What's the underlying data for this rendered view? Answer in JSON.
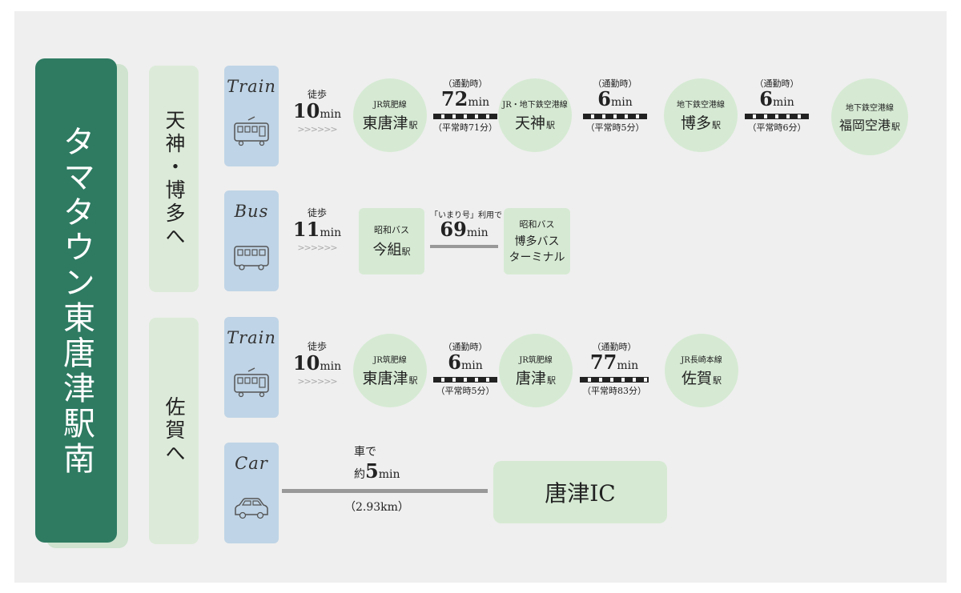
{
  "station_title": "タマタウン東唐津駅南",
  "groups": {
    "tenjin_hakata": "天神・博多へ",
    "saga": "佐賀へ"
  },
  "modes": {
    "train": "Train",
    "bus": "Bus",
    "car": "Car"
  },
  "row1": {
    "walk_label": "徒歩",
    "walk_num": "10",
    "walk_unit": "min",
    "stations": [
      {
        "line": "JR筑肥線",
        "name": "東唐津",
        "eki": "駅"
      },
      {
        "line": "JR・地下鉄空港線",
        "name": "天神",
        "eki": "駅"
      },
      {
        "line": "地下鉄空港線",
        "name": "博多",
        "eki": "駅"
      },
      {
        "line": "地下鉄空港線",
        "name": "福岡空港",
        "eki": "駅"
      }
    ],
    "segments": [
      {
        "top": "（通勤時）",
        "num": "72",
        "unit": "min",
        "sub": "（平常時71分）"
      },
      {
        "top": "（通勤時）",
        "num": "6",
        "unit": "min",
        "sub": "（平常時5分）"
      },
      {
        "top": "（通勤時）",
        "num": "6",
        "unit": "min",
        "sub": "（平常時6分）"
      }
    ]
  },
  "row2": {
    "walk_label": "徒歩",
    "walk_num": "11",
    "walk_unit": "min",
    "from": {
      "line": "昭和バス",
      "name": "今組",
      "eki": "駅"
    },
    "segment": {
      "top": "「いまり号」利用で",
      "num": "69",
      "unit": "min"
    },
    "to": {
      "line": "昭和バス",
      "name1": "博多バス",
      "name2": "ターミナル"
    }
  },
  "row3": {
    "walk_label": "徒歩",
    "walk_num": "10",
    "walk_unit": "min",
    "stations": [
      {
        "line": "JR筑肥線",
        "name": "東唐津",
        "eki": "駅"
      },
      {
        "line": "JR筑肥線",
        "name": "唐津",
        "eki": "駅"
      },
      {
        "line": "JR長崎本線",
        "name": "佐賀",
        "eki": "駅"
      }
    ],
    "segments": [
      {
        "top": "（通勤時）",
        "num": "6",
        "unit": "min",
        "sub": "（平常時5分）"
      },
      {
        "top": "（通勤時）",
        "num": "77",
        "unit": "min",
        "sub": "（平常時83分）"
      }
    ]
  },
  "row4": {
    "car_pre1": "車で",
    "car_pre2": "約",
    "num": "5",
    "unit": "min",
    "distance": "（2.93km）",
    "destination": "唐津IC"
  },
  "colors": {
    "title_bg": "#2e7b62",
    "green_light": "#d6ead3",
    "blue_card": "#bfd4e6",
    "panel_bg": "#efefef"
  },
  "icons": {
    "train": "train-icon",
    "bus": "bus-icon",
    "car": "car-icon",
    "walk_arrows": "chevron-arrows-icon"
  }
}
